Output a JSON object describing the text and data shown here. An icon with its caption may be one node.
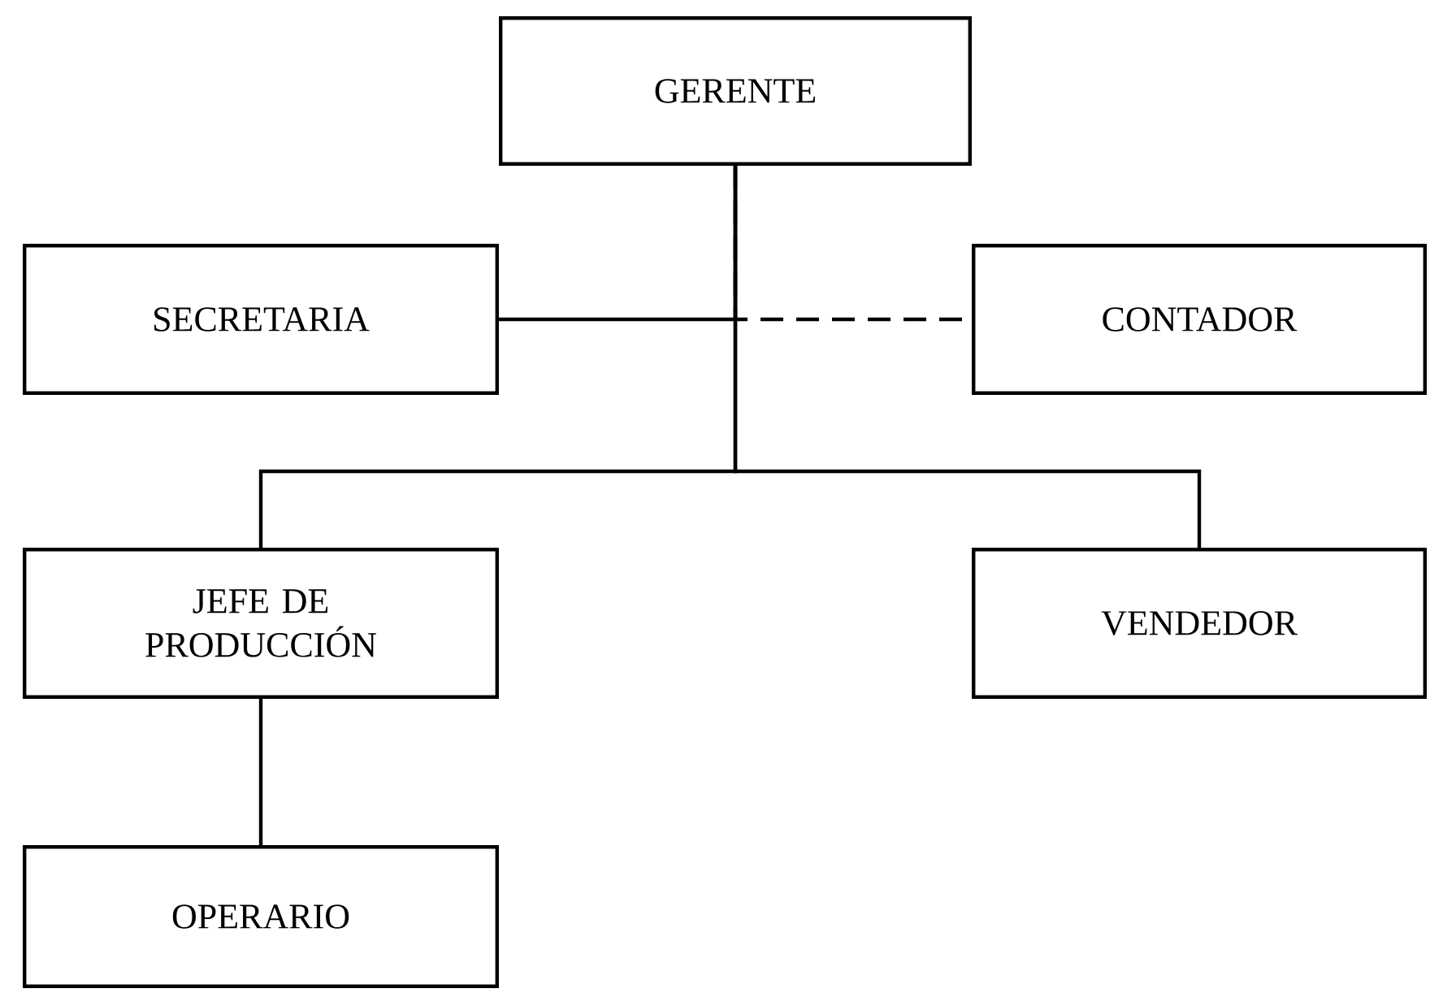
{
  "diagram": {
    "nodes": [
      {
        "text": [
          "GERENTE"
        ]
      },
      {
        "text": [
          "SECRETARIA"
        ]
      },
      {
        "text": [
          "CONTADOR"
        ]
      },
      {
        "text": [
          "JEFE DE PRODUCCIÓN"
        ]
      },
      {
        "text": [
          "VENDEDOR"
        ]
      },
      {
        "text": [
          "OPERARIO"
        ]
      }
    ],
    "edges": [
      {
        "from": 0,
        "to": 1,
        "arrow": "none"
      },
      {
        "from": 0,
        "to": 2,
        "arrow": "none",
        "style": "dashed"
      },
      {
        "from": 0,
        "to": 3,
        "arrow": "none"
      },
      {
        "from": 0,
        "to": 4,
        "arrow": "none"
      },
      {
        "from": 3,
        "to": 5,
        "arrow": "none"
      }
    ]
  }
}
